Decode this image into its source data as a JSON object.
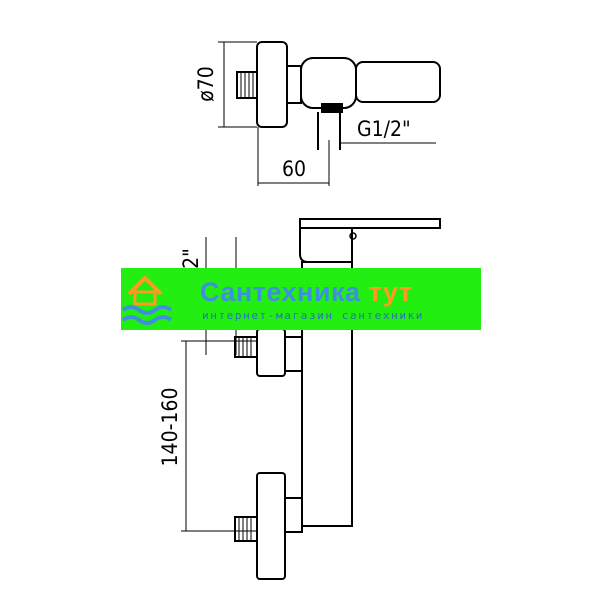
{
  "top_view": {
    "diameter_label": "ø70",
    "thread_label": "G1/2\"",
    "width_label": "60"
  },
  "front_view": {
    "thread_label": "G1/2\"",
    "spacing_label": "140-160"
  },
  "watermark": {
    "title_main": "Сантехника",
    "title_accent": " тут",
    "subtitle": "интернет-магазин сантехники",
    "colors": {
      "banner": "#22ee11",
      "title": "#3f8fe0",
      "accent": "#ff9a1f"
    }
  }
}
